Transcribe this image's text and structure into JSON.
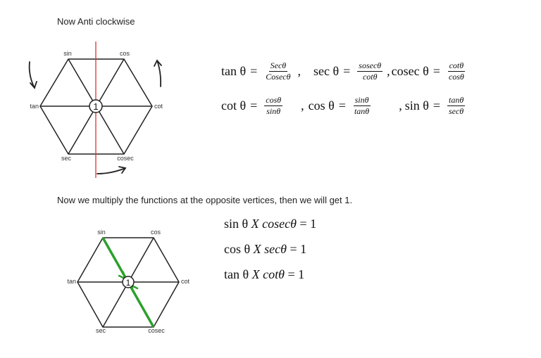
{
  "heading_top": "Now Anti clockwise",
  "heading_bottom": "Now we multiply the functions at the opposite vertices, then we will get 1.",
  "hexagon": {
    "vertices": {
      "top_left": "sin",
      "top_right": "cos",
      "left": "tan",
      "right": "cot",
      "bottom_left": "sec",
      "bottom_right": "cosec"
    },
    "center": "1"
  },
  "ratios": [
    {
      "lhs": "tan θ",
      "num": "Secθ",
      "den": "Cosecθ"
    },
    {
      "lhs": "sec θ",
      "num": "sosecθ",
      "den": "cotθ"
    },
    {
      "lhs": "cosec θ",
      "num": "cotθ",
      "den": "cosθ"
    },
    {
      "lhs": "cot θ",
      "num": "cosθ",
      "den": "sinθ"
    },
    {
      "lhs": "cos θ",
      "num": "sinθ",
      "den": "tanθ"
    },
    {
      "lhs": "sin θ",
      "num": "tanθ",
      "den": "secθ"
    }
  ],
  "products": [
    {
      "a": "sin θ",
      "x": "X",
      "b": "cosecθ",
      "eq": "= 1"
    },
    {
      "a": "cos θ",
      "x": "X",
      "b": "secθ",
      "eq": "= 1"
    },
    {
      "a": "tan θ",
      "x": "X",
      "b": "cotθ",
      "eq": "= 1"
    }
  ],
  "colors": {
    "red_axis": "#e03030",
    "green_diagonal": "#2ca02c",
    "ink": "#222222"
  }
}
